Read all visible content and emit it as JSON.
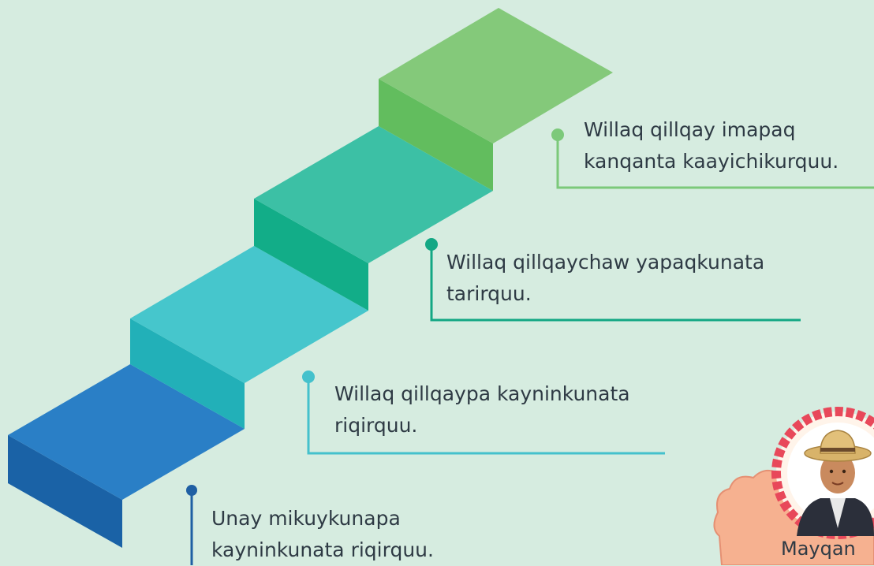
{
  "steps": [
    {
      "line1": "Unay mikuykunapa",
      "line2": "kayninkunata riqirquu.",
      "color": "#2a6cb0"
    },
    {
      "line1": "Willaq qillqaypa kayninkunata",
      "line2": "riqirquu.",
      "color": "#46c6cc"
    },
    {
      "line1": "Willaq qillqaychaw yapaqkunata",
      "line2": "tarirquu.",
      "color": "#16ab8a"
    },
    {
      "line1": "Willaq qillqay imapaq",
      "line2": "kanqanta kaayichikurquu.",
      "color": "#7cc97a"
    }
  ],
  "character": {
    "name": "Mayqan"
  }
}
